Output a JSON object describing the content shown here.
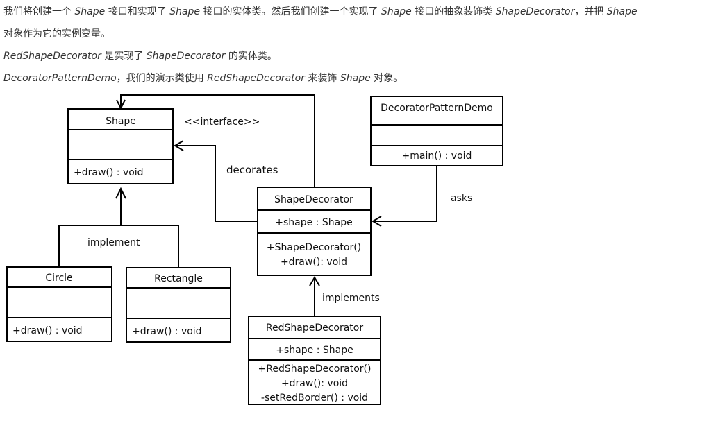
{
  "intro": {
    "line1": [
      {
        "t": "我们将创建一个 ",
        "i": false
      },
      {
        "t": "Shape",
        "i": true
      },
      {
        "t": " 接口和实现了 ",
        "i": false
      },
      {
        "t": "Shape",
        "i": true
      },
      {
        "t": " 接口的实体类。然后我们创建一个实现了 ",
        "i": false
      },
      {
        "t": "Shape",
        "i": true
      },
      {
        "t": " 接口的抽象装饰类 ",
        "i": false
      },
      {
        "t": "ShapeDecorator",
        "i": true
      },
      {
        "t": "，并把 ",
        "i": false
      },
      {
        "t": "Shape",
        "i": true
      }
    ],
    "line1b": [
      {
        "t": "对象作为它的实例变量。",
        "i": false
      }
    ],
    "line2": [
      {
        "t": "RedShapeDecorator",
        "i": true
      },
      {
        "t": " 是实现了 ",
        "i": false
      },
      {
        "t": "ShapeDecorator",
        "i": true
      },
      {
        "t": " 的实体类。",
        "i": false
      }
    ],
    "line3": [
      {
        "t": "DecoratorPatternDemo",
        "i": true
      },
      {
        "t": "，我们的演示类使用 ",
        "i": false
      },
      {
        "t": "RedShapeDecorator",
        "i": true
      },
      {
        "t": " 来装饰 ",
        "i": false
      },
      {
        "t": "Shape",
        "i": true
      },
      {
        "t": " 对象。",
        "i": false
      }
    ]
  },
  "uml": {
    "shape": {
      "name": "Shape",
      "attrs": "",
      "methods": "+draw() : void",
      "stereotype": "<<interface>>"
    },
    "circle": {
      "name": "Circle",
      "attrs": "",
      "methods": "+draw() : void"
    },
    "rectangle": {
      "name": "Rectangle",
      "attrs": "",
      "methods": "+draw() : void"
    },
    "demo": {
      "name": "DecoratorPatternDemo",
      "attrs": "",
      "methods": "+main() : void"
    },
    "decorator": {
      "name": "ShapeDecorator",
      "attrs": "+shape : Shape",
      "methods": [
        "+ShapeDecorator()",
        "+draw(): void"
      ]
    },
    "red": {
      "name": "RedShapeDecorator",
      "attrs": "+shape : Shape",
      "methods": [
        "+RedShapeDecorator()",
        "+draw(): void",
        "-setRedBorder() : void"
      ]
    },
    "labels": {
      "implement": "implement",
      "decorates": "decorates",
      "asks": "asks",
      "implements": "implements"
    }
  }
}
